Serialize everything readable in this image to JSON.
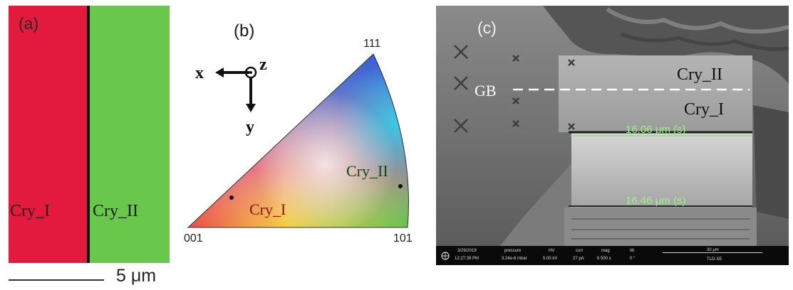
{
  "panel_a": {
    "label": "(a)",
    "left_grain": "Cry_I",
    "right_grain": "Cry_II",
    "scale_label": "5 μm",
    "colors": {
      "left": "#e31a3d",
      "right": "#69c74b",
      "boundary": "#101010"
    }
  },
  "panel_b": {
    "label": "(b)",
    "axes": {
      "x": "x",
      "y": "y",
      "z": "z"
    },
    "corners": {
      "top": "111",
      "bottom_left": "001",
      "bottom_right": "101"
    },
    "grains": [
      "Cry_I",
      "Cry_II"
    ]
  },
  "panel_c": {
    "label": "(c)",
    "gb_label": "GB",
    "upper_grain": "Cry_II",
    "lower_grain": "Cry_I",
    "measure_top": "16.06 μm (s)",
    "measure_bottom": "16.46 μm (s)",
    "info_bar": {
      "date": "3/29/2019",
      "time": "12:27:39 PM",
      "pressure_label": "pressure",
      "pressure": "3.24e-6 mbar",
      "hv_label": "HV",
      "hv": "5.00 kV",
      "curr_label": "curr",
      "curr": "27 pA",
      "mag_label": "mag",
      "mag": "6 500 x",
      "tilt_label": "tilt",
      "tilt": "0 °",
      "scale": "30 μm",
      "detector": "TLD-SE"
    }
  }
}
